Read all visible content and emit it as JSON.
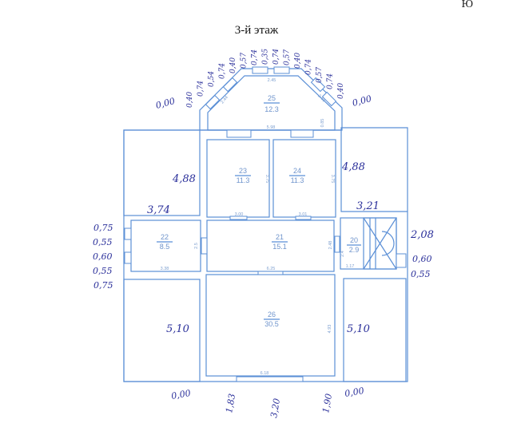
{
  "title": "3-й этаж",
  "corner_mark": "Ю",
  "rooms": [
    {
      "number": "25",
      "area": "12.3"
    },
    {
      "number": "23",
      "area": "11.3"
    },
    {
      "number": "24",
      "area": "11.3"
    },
    {
      "number": "22",
      "area": "8.5"
    },
    {
      "number": "21",
      "area": "15.1"
    },
    {
      "number": "20",
      "area": "2.9"
    },
    {
      "number": "26",
      "area": "30.5"
    }
  ],
  "dimensions": {
    "r25_top": "2.45",
    "r25_left": "2.44",
    "r25_right": "2.44",
    "r25_bottom": "5.98",
    "r25_side": "0.85",
    "r23_side": "3.75",
    "r23_bottom": "3.00",
    "r24_side": "3.75",
    "r24_bottom": "3.01",
    "r22_side": "2.5",
    "r22_bottom": "3.38",
    "r21_top": "6.25",
    "r21_side": "2.48",
    "r20_side": "2.4",
    "r20_bottom": "1.17",
    "r26_side": "4.93",
    "r26_bottom": "6.18"
  },
  "handwritten": {
    "top_left_zero": "0,00",
    "top_right_zero": "0,00",
    "arc": [
      "0,40",
      "0,74",
      "0,54",
      "0,74",
      "0,40",
      "0,57",
      "0,74",
      "0,35",
      "0,74",
      "0,57",
      "0,40",
      "0,74",
      "0,57",
      "0,74",
      "0,40"
    ],
    "left_wing_height": "4,88",
    "right_wing_height": "4,88",
    "left_wing_width": "3,74",
    "right_wing_width": "3,21",
    "left_windows": [
      "0,75",
      "0,55",
      "0,60",
      "0,55",
      "0,75"
    ],
    "right_stair": "2,08",
    "right_windows": [
      "0,60",
      "0,55"
    ],
    "left_bottom_height": "5,10",
    "right_bottom_height": "5,10",
    "bottom": [
      "0,00",
      "1,83",
      "3,20",
      "1,90",
      "0,00"
    ]
  }
}
